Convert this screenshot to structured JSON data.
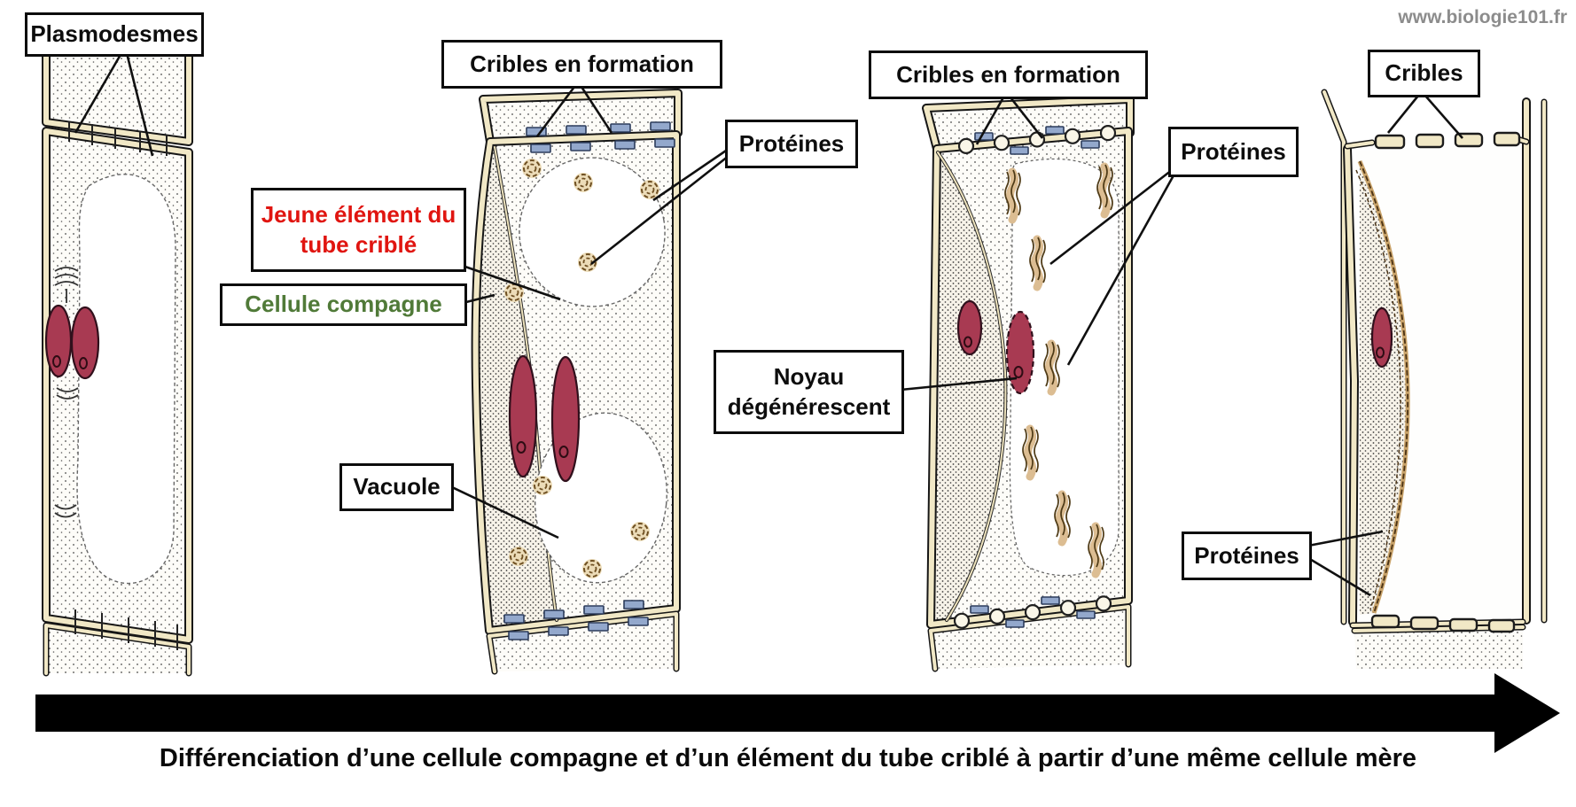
{
  "watermark": "www.biologie101.fr",
  "caption": "Différenciation d’une cellule compagne et d’un élément du tube criblé à partir d’une même cellule mère",
  "labels": {
    "plasmodesmes": "Plasmodesmes",
    "cribles_en_formation_stage2": "Cribles en formation",
    "proteines_stage2": "Protéines",
    "jeune_element_du_tube_crible": "Jeune élément du tube criblé",
    "cellule_compagne": "Cellule compagne",
    "vacuole": "Vacuole",
    "cribles_en_formation_stage3": "Cribles en formation",
    "proteines_stage3": "Protéines",
    "noyau_degenerescent": "Noyau dégénérescent",
    "cribles": "Cribles",
    "proteines_stage4": "Protéines"
  },
  "colors": {
    "label_text_default": "#0d0d0d",
    "label_jeune_element_red": "#e01510",
    "label_cellule_compagne_green": "#507a38",
    "watermark_gray": "#8c8c8c",
    "cell_wall_cream": "#f1e8c6",
    "sieve_plate_blue": "#93a8cc",
    "nucleus_red": "#a83a52",
    "protein_tan": "#d9b98a",
    "arrow_black": "#000000"
  }
}
